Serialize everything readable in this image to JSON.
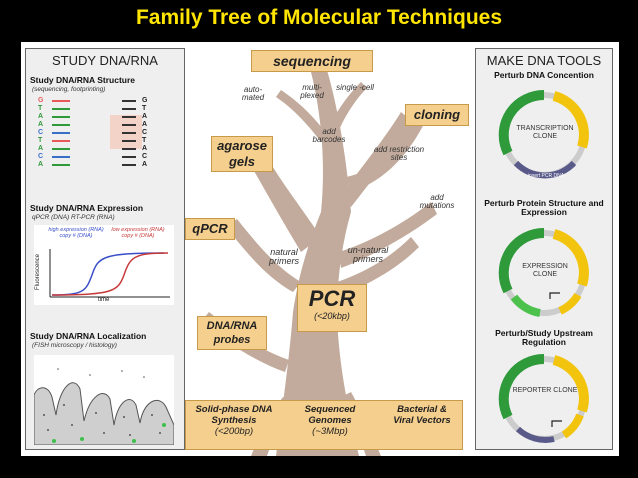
{
  "title": "Family Tree of Molecular Techniques",
  "left_panel": {
    "heading": "STUDY DNA/RNA",
    "structure": {
      "title": "Study DNA/RNA Structure",
      "note": "(sequencing, footprinting)",
      "left_seq": [
        "G",
        "T",
        "A",
        "A",
        "C",
        "T",
        "A",
        "C",
        "A"
      ],
      "right_seq": [
        "G",
        "T",
        "A",
        "A",
        "C",
        "T",
        "A",
        "C",
        "A"
      ]
    },
    "expression": {
      "title": "Study DNA/RNA Expression",
      "note": "qPCR (DNA) RT-PCR (RNA)",
      "high_label": "high expression (RNA) copy # (DNA)",
      "low_label": "low expression (RNA) copy # (DNA)",
      "y_axis": "Fluorescence",
      "x_axis": "time"
    },
    "localization": {
      "title": "Study DNA/RNA Localization",
      "note": "(FISH microscopy / histology)"
    }
  },
  "tree": {
    "sequencing": "sequencing",
    "automated": "auto-mated",
    "multiplexed": "multi-plexed",
    "single_cell": "single -cell",
    "cloning": "cloning",
    "add_barcodes": "add barcodes",
    "add_restriction": "add restriction sites",
    "agarose_gels": "agarose gels",
    "add_mutations": "add mutations",
    "qpcr": "qPCR",
    "natural_primers": "natural primers",
    "unnatural_primers": "un-natural primers",
    "pcr": "PCR",
    "pcr_size": "(<20kbp)",
    "probes": "DNA/RNA probes",
    "bottom": {
      "solid_phase": "Solid-phase DNA Synthesis",
      "solid_size": "(<200bp)",
      "genomes": "Sequenced Genomes",
      "genomes_size": "(~3Mbp)",
      "vectors": "Bacterial & Viral Vectors"
    }
  },
  "right_panel": {
    "heading": "MAKE DNA TOOLS",
    "perturb_conc": "Perturb DNA Concention",
    "clone1": "TRANSCRIPTION CLONE",
    "clone1_insert": "insert PCR DNA",
    "perturb_protein": "Perturb Protein Structure and Expression",
    "clone2": "EXPRESSION CLONE",
    "perturb_upstream": "Perturb/Study Upstream Regulation",
    "clone3": "REPORTER CLONE"
  },
  "colors": {
    "title": "#ffe500",
    "tree": "#c2ab9c",
    "box": "#f5cf8e",
    "green": "#2e9a3a",
    "yellow": "#f2c40d"
  }
}
